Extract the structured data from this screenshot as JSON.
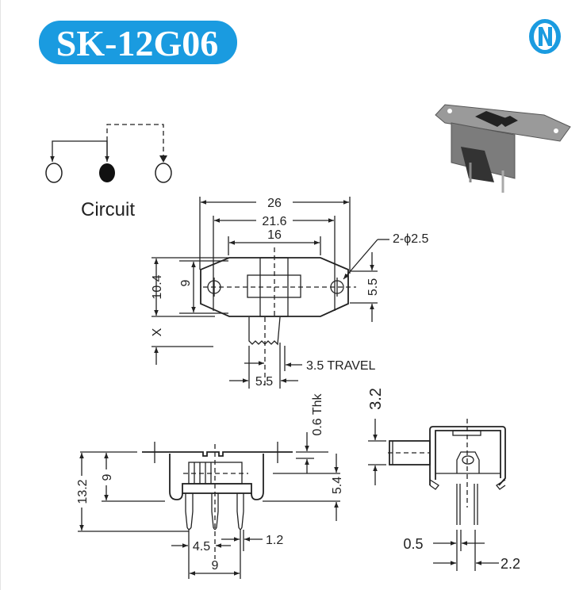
{
  "title": "SK-12G06",
  "logo_letter": "N",
  "brand_color": "#1a9be0",
  "circuit": {
    "label": "Circuit"
  },
  "top_view": {
    "dim_overall": "26",
    "dim_holes": "21.6",
    "dim_body": "16",
    "dim_hole_dia": "2-ϕ2.5",
    "dim_height_total": "10.4",
    "dim_height_body": "9",
    "dim_right": "5.5",
    "dim_x": "X",
    "dim_travel": "3.5 TRAVEL",
    "dim_knob": "5.5"
  },
  "front_view": {
    "dim_total_height": "13.2",
    "dim_body_height": "9",
    "dim_thickness": "0.6 Thk",
    "dim_pin_length": "5.4",
    "dim_pitch": "4.5",
    "dim_pin_width": "1.2",
    "dim_pin_span": "9"
  },
  "side_view": {
    "dim_actuator": "3.2",
    "dim_pin_thk": "0.5",
    "dim_pin_gap": "2.2"
  }
}
